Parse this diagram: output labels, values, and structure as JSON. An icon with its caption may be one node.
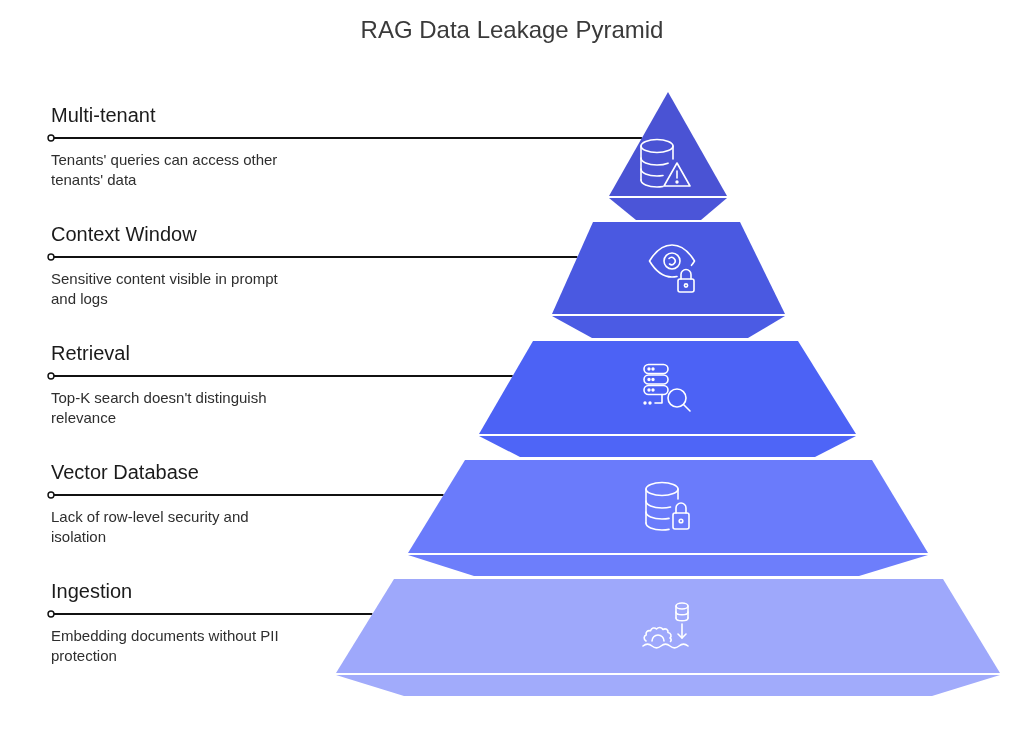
{
  "diagram": {
    "title": "RAG Data Leakage Pyramid",
    "nodes": [
      {
        "text": [
          "Multi-tenant",
          "Tenants' queries can access other tenants' data"
        ]
      },
      {
        "text": [],
        "shape": "triangle"
      },
      {
        "text": [
          "Context Window",
          "Sensitive content visible in prompt and logs"
        ]
      },
      {
        "text": [],
        "shape": "trapezoid"
      },
      {
        "text": [
          "Retrieval",
          "Top-K search doesn't distinguish relevance"
        ]
      },
      {
        "text": [],
        "shape": "trapezoid"
      },
      {
        "text": [
          "Vector Database",
          "Lack of row-level security and isolation"
        ]
      },
      {
        "text": [],
        "shape": "trapezoid"
      },
      {
        "text": [
          "Ingestion",
          "Embedding documents without PII protection"
        ]
      },
      {
        "text": [],
        "shape": "trapezoid"
      }
    ],
    "edges": [
      {
        "from": 0,
        "to": 1,
        "arrow": "other"
      },
      {
        "from": 2,
        "to": 3,
        "arrow": "other"
      },
      {
        "from": 4,
        "to": 5,
        "arrow": "other"
      },
      {
        "from": 6,
        "to": 7,
        "arrow": "other"
      },
      {
        "from": 8,
        "to": 9,
        "arrow": "other"
      }
    ]
  }
}
